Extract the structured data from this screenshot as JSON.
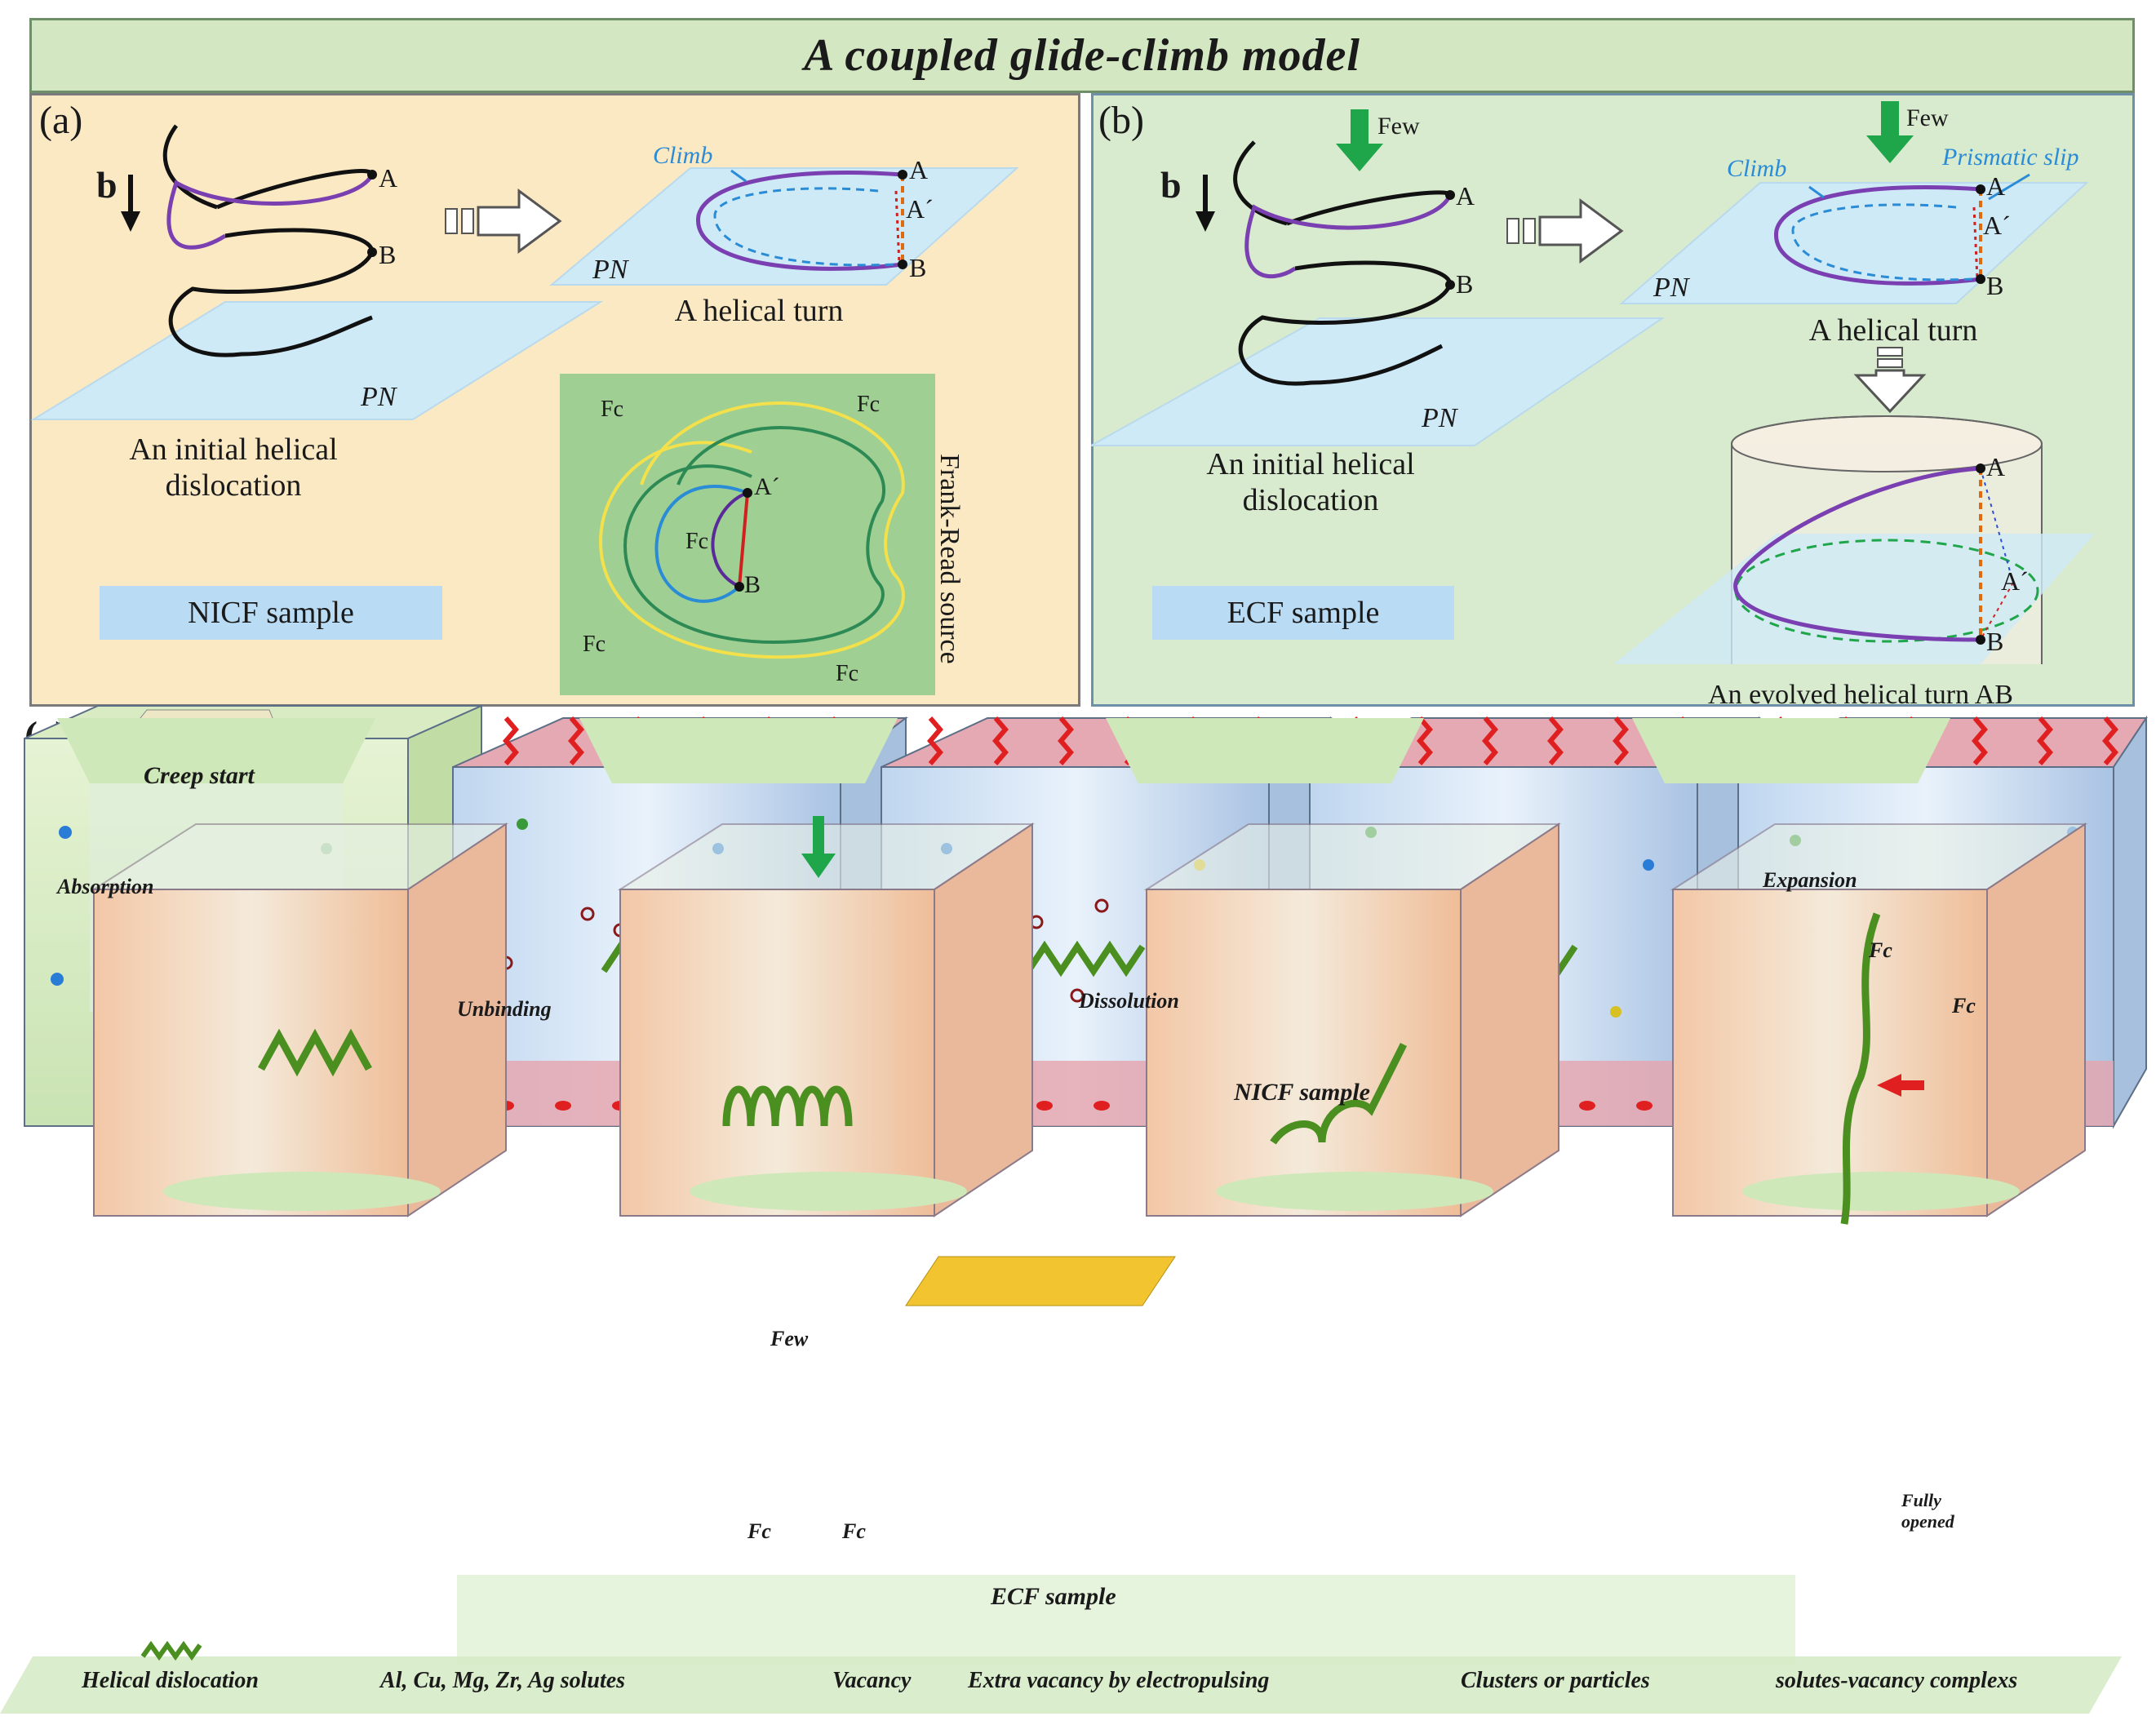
{
  "title": "A coupled glide-climb model",
  "panel_a": {
    "label": "(a)",
    "burgers": "b",
    "plane": "PN",
    "point_a": "A",
    "point_b": "B",
    "point_a_prime": "A´",
    "climb": "Climb",
    "caption_initial": "An initial helical dislocation",
    "caption_turn": "A helical turn",
    "sample": "NICF sample",
    "frank_read": "Frank-Read source",
    "fc": "Fc"
  },
  "panel_b": {
    "label": "(b)",
    "burgers": "b",
    "few": "Few",
    "plane": "PN",
    "point_a": "A",
    "point_b": "B",
    "point_a_prime": "A´",
    "climb": "Climb",
    "prismatic": "Prismatic slip",
    "caption_initial": "An initial helical dislocation",
    "caption_turn": "A helical turn",
    "caption_evolved": "An evolved helical turn AB",
    "sample": "ECF sample"
  },
  "panel_c": {
    "label": "(c)",
    "creep_start": "Creep start",
    "absorption": "Absorption",
    "unbinding": "Unbinding",
    "dissolution": "Dissolution",
    "expansion": "Expansion",
    "fc": "Fc",
    "few": "Few",
    "fully_opened": "Fully opened",
    "nicf_sample": "NICF sample",
    "ecf_sample": "ECF sample"
  },
  "legend": [
    {
      "label": "Helical dislocation"
    },
    {
      "label": "Al, Cu, Mg, Zr, Ag solutes"
    },
    {
      "label": "Vacancy"
    },
    {
      "label": "Extra vacancy by electropulsing"
    },
    {
      "label": "Clusters or particles"
    },
    {
      "label": "solutes-vacancy complexs"
    }
  ],
  "colors": {
    "title_bg": "#d3e7c3",
    "panel_a_bg": "#fbe9c4",
    "panel_b_bg": "#d8ebce",
    "dislocation": "#7a3fb0",
    "plane": "#cfeaf7",
    "climb": "#2a8bd6",
    "sample_box": "#b9dcf4",
    "electropulse": "#e02020",
    "helix_green": "#4a8f1f"
  }
}
